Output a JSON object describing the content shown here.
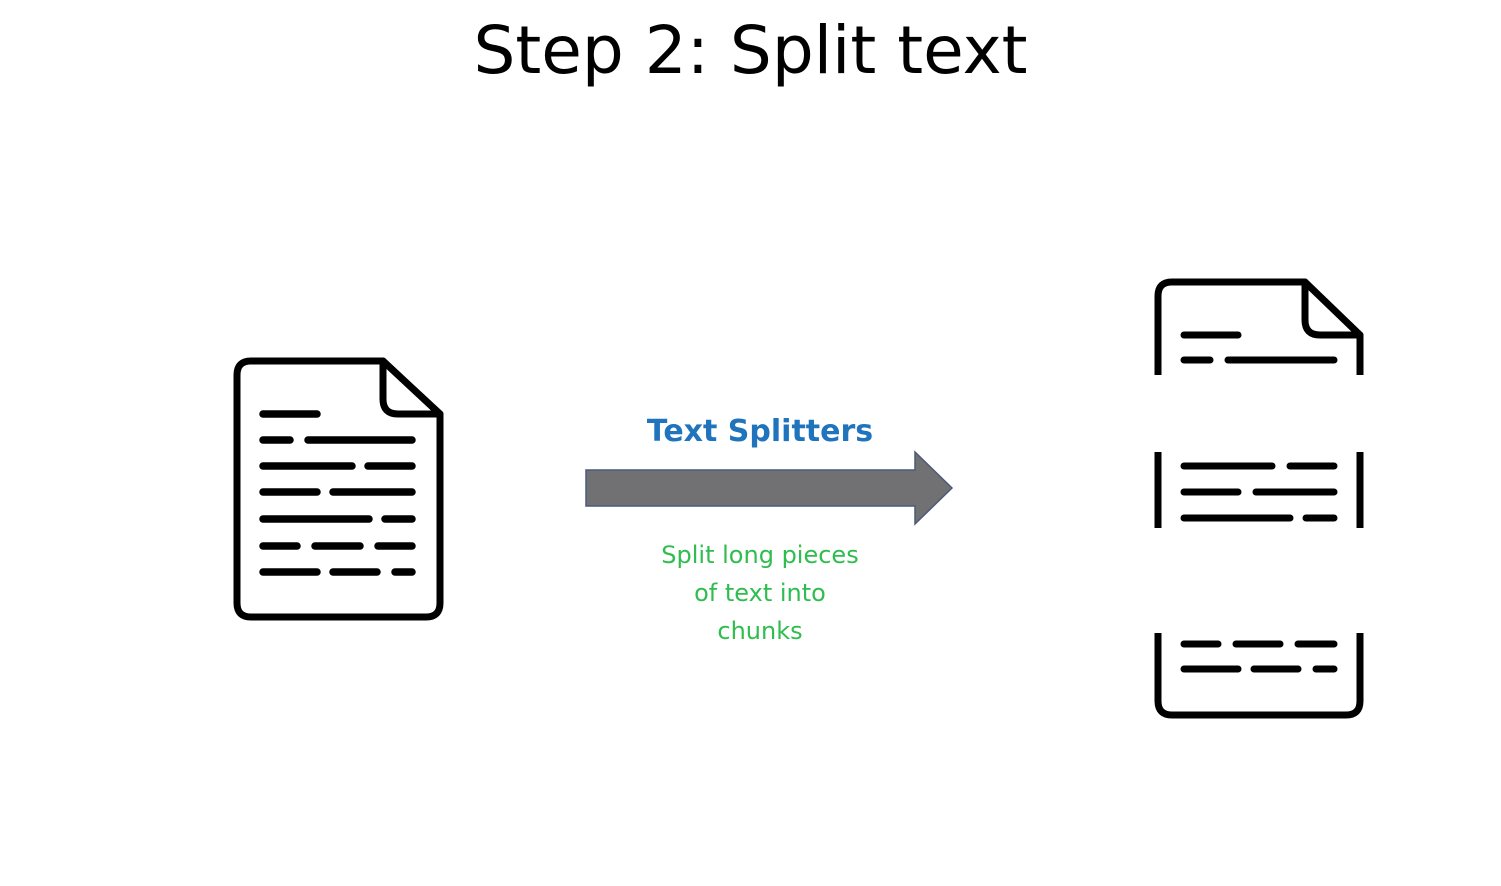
{
  "title": "Step 2: Split text",
  "arrow": {
    "label": "Text Splitters",
    "caption_lines": [
      "Split long pieces",
      "of text into",
      "chunks"
    ]
  },
  "colors": {
    "title": "#000000",
    "label": "#1f74bd",
    "caption": "#2fbd4f",
    "arrow_fill": "#717072",
    "arrow_stroke": "#4b5a78",
    "icon_stroke": "#000000"
  },
  "icons": {
    "source": "document-icon",
    "output": "split-document-chunks-icon"
  }
}
